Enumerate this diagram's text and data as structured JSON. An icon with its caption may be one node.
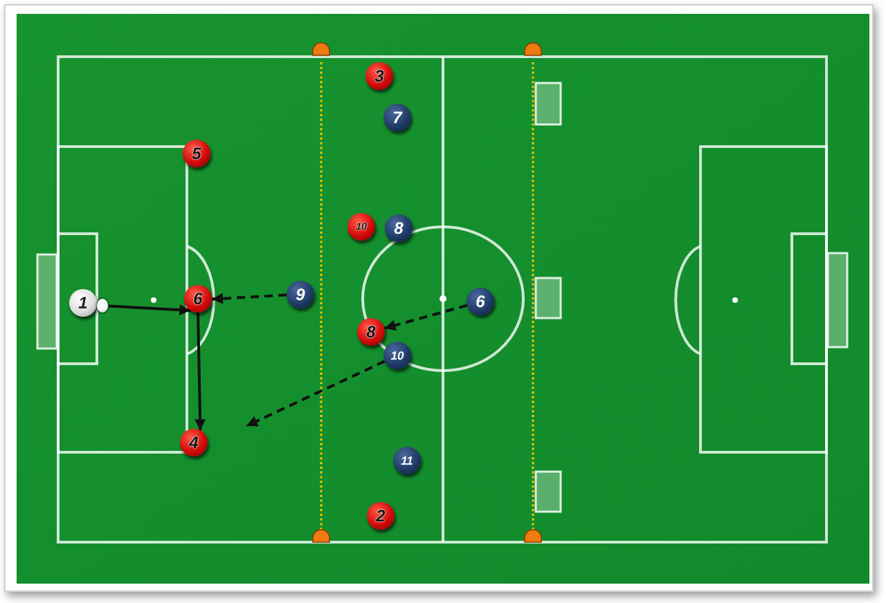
{
  "diagram": {
    "nodes": [
      {
        "text": [
          "3"
        ]
      },
      {
        "text": [
          "7"
        ]
      },
      {
        "text": [
          "5"
        ]
      },
      {
        "text": [
          "10"
        ]
      },
      {
        "text": [
          "8"
        ]
      },
      {
        "text": [
          "1"
        ]
      },
      {
        "text": [],
        "shape": "circle"
      },
      {
        "text": [
          "6"
        ]
      },
      {
        "text": [
          "9"
        ]
      },
      {
        "text": [
          "6"
        ]
      },
      {
        "text": [
          "8"
        ]
      },
      {
        "text": [
          "10"
        ]
      },
      {
        "text": [
          "4"
        ]
      },
      {
        "text": [
          "11"
        ]
      },
      {
        "text": [
          "2"
        ]
      }
    ],
    "edges": [
      {
        "from": 6,
        "to": 7,
        "arrow": "to"
      },
      {
        "from": 7,
        "to": 12,
        "arrow": "to"
      },
      {
        "from": 8,
        "to": 7,
        "arrow": "to",
        "style": "dashed"
      },
      {
        "from": 9,
        "to": 10,
        "arrow": "to",
        "style": "dashed"
      },
      {
        "from": 11,
        "to": null,
        "arrow": "to",
        "style": "dashed"
      }
    ]
  }
}
